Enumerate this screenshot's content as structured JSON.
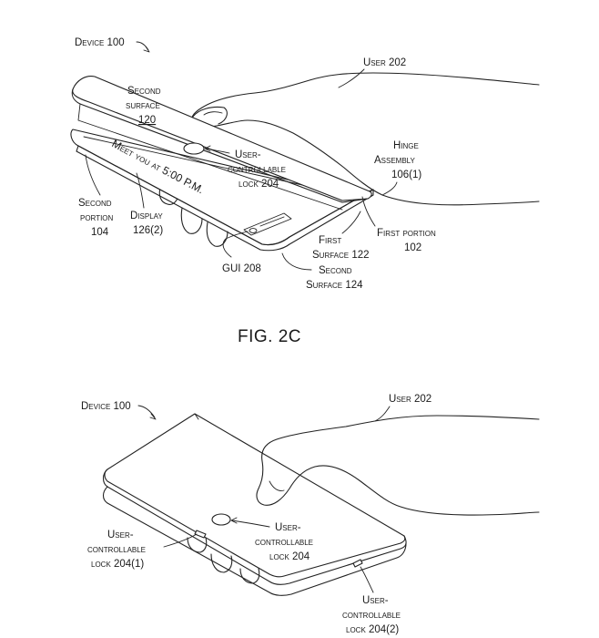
{
  "fig_top": {
    "device": "Device 100",
    "user": "User 202",
    "second_surface": [
      "Second",
      "surface",
      "120"
    ],
    "lock": [
      "User-",
      "controllable",
      "lock 204"
    ],
    "hinge": [
      "Hinge",
      "Assembly",
      "106(1)"
    ],
    "second_portion": [
      "Second",
      "portion",
      "104"
    ],
    "display": [
      "Display",
      "126(2)"
    ],
    "screen_text": "Meet you at 5:00 P.M.",
    "first_portion": [
      "First portion",
      "102"
    ],
    "first_surface": [
      "First",
      "Surface 122"
    ],
    "gui": "GUI 208",
    "second_surface_124": [
      "Second",
      "Surface 124"
    ],
    "caption": "FIG. 2C"
  },
  "fig_bottom": {
    "device": "Device 100",
    "user": "User 202",
    "lock_center": [
      "User-",
      "controllable",
      "lock 204"
    ],
    "lock_left": [
      "User-",
      "controllable",
      "lock 204(1)"
    ],
    "lock_right": [
      "User-",
      "controllable",
      "lock 204(2)"
    ]
  }
}
